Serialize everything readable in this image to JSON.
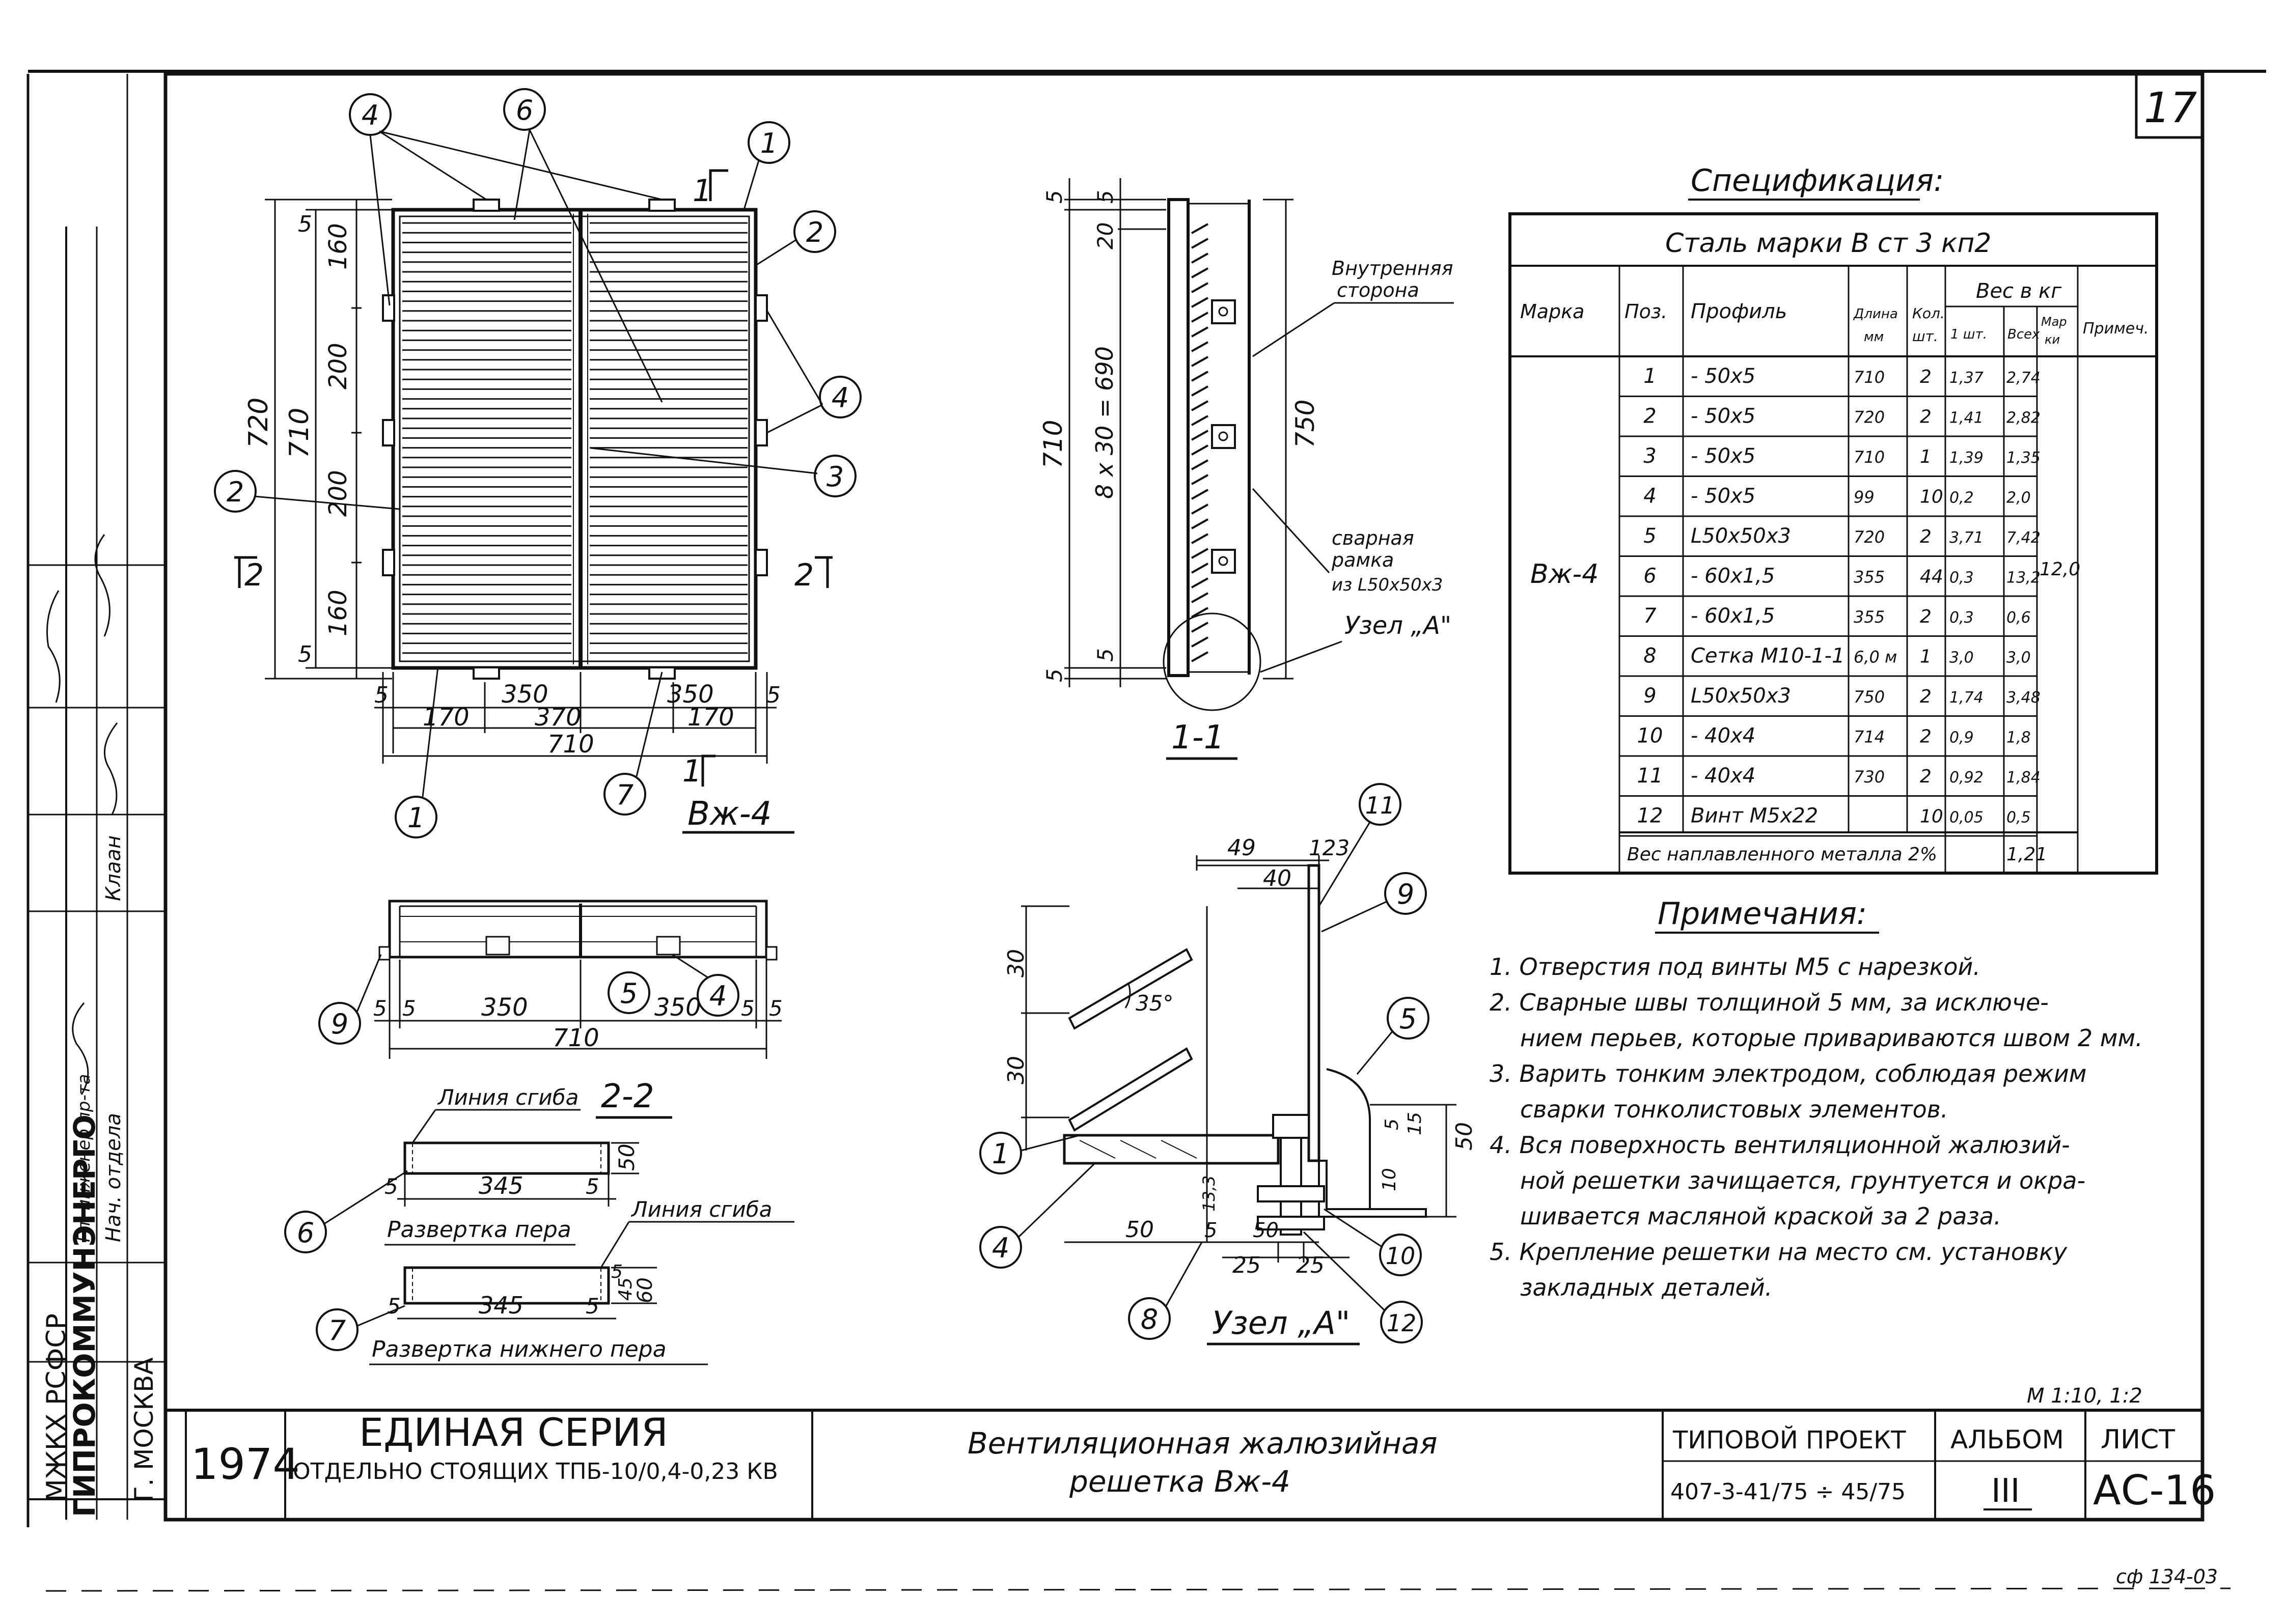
{
  "sheet_number": "17",
  "scale_note": "М 1:10, 1:2",
  "corner_code": "сф 134-03",
  "views": {
    "main_title": "Вж-4",
    "section11_title": "1-1",
    "section22_title": "2-2",
    "section_marks": [
      "1",
      "1",
      "2",
      "2"
    ],
    "node_title": "Узел „А\""
  },
  "main_view": {
    "callouts": [
      "4",
      "6",
      "1",
      "2",
      "4",
      "3",
      "2",
      "1",
      "7"
    ],
    "dims_left": [
      "5",
      "160",
      "200",
      "200",
      "160",
      "5",
      "710",
      "720"
    ],
    "dims_bottom": [
      "5",
      "350",
      "350",
      "5",
      "170",
      "370",
      "170",
      "710"
    ]
  },
  "section11": {
    "dims": [
      "5",
      "5",
      "20",
      "8 x 30 = 690",
      "5",
      "5",
      "710",
      "750"
    ],
    "labels": {
      "inner_side": [
        "Внутренняя",
        "сторона"
      ],
      "frame": [
        "сварная",
        "рамка",
        "из L50х50х3"
      ],
      "node": "Узел „А\""
    }
  },
  "section22": {
    "callouts": [
      "9",
      "5",
      "4"
    ],
    "dims": [
      "5",
      "5",
      "350",
      "350",
      "5",
      "5",
      "710"
    ]
  },
  "unfold_feather": {
    "fold_line": "Линия сгиба",
    "dims": [
      "5",
      "345",
      "5",
      "50"
    ],
    "callout": "6",
    "caption": "Развертка пера"
  },
  "unfold_lower_feather": {
    "fold_line": "Линия сгиба",
    "dims": [
      "5",
      "345",
      "5",
      "5",
      "45",
      "60"
    ],
    "callout": "7",
    "caption": "Развертка нижнего пера"
  },
  "node_a": {
    "dims_top": [
      "49",
      "123",
      "40"
    ],
    "dims_left": [
      "30",
      "30",
      "13,3"
    ],
    "dims_bottom": [
      "50",
      "5",
      "50",
      "25",
      "25"
    ],
    "dims_right": [
      "5",
      "15",
      "50",
      "10"
    ],
    "angle": "35°",
    "callouts": [
      "11",
      "9",
      "5",
      "1",
      "4",
      "10",
      "8",
      "12"
    ]
  },
  "spec": {
    "title": "Спецификация:",
    "material": "Сталь марки В ст 3 кп2",
    "headers": {
      "mark": "Марка",
      "pos": "Поз.",
      "profile": "Профиль",
      "length": [
        "Длина",
        "мм"
      ],
      "qty": [
        "Кол.",
        "шт."
      ],
      "weight": "Вес в кг",
      "w1": "1 шт.",
      "wall": "Всех",
      "wmark": [
        "Мар",
        "ки"
      ],
      "note": "Примеч."
    },
    "mark_value": "Вж-4",
    "mark_weight": "12,0",
    "rows": [
      {
        "pos": "1",
        "profile": "- 50х5",
        "len": "710",
        "qty": "2",
        "w1": "1,37",
        "wall": "2,74"
      },
      {
        "pos": "2",
        "profile": "- 50х5",
        "len": "720",
        "qty": "2",
        "w1": "1,41",
        "wall": "2,82"
      },
      {
        "pos": "3",
        "profile": "- 50х5",
        "len": "710",
        "qty": "1",
        "w1": "1,39",
        "wall": "1,35"
      },
      {
        "pos": "4",
        "profile": "- 50х5",
        "len": "99",
        "qty": "10",
        "w1": "0,2",
        "wall": "2,0"
      },
      {
        "pos": "5",
        "profile": "L50х50х3",
        "len": "720",
        "qty": "2",
        "w1": "3,71",
        "wall": "7,42"
      },
      {
        "pos": "6",
        "profile": "- 60х1,5",
        "len": "355",
        "qty": "44",
        "w1": "0,3",
        "wall": "13,2"
      },
      {
        "pos": "7",
        "profile": "- 60х1,5",
        "len": "355",
        "qty": "2",
        "w1": "0,3",
        "wall": "0,6"
      },
      {
        "pos": "8",
        "profile": "Сетка М10-1-1",
        "len": "6,0 м",
        "qty": "1",
        "w1": "3,0",
        "wall": "3,0"
      },
      {
        "pos": "9",
        "profile": "L50х50х3",
        "len": "750",
        "qty": "2",
        "w1": "1,74",
        "wall": "3,48"
      },
      {
        "pos": "10",
        "profile": "- 40х4",
        "len": "714",
        "qty": "2",
        "w1": "0,9",
        "wall": "1,8"
      },
      {
        "pos": "11",
        "profile": "- 40х4",
        "len": "730",
        "qty": "2",
        "w1": "0,92",
        "wall": "1,84"
      },
      {
        "pos": "12",
        "profile": "Винт М5х22",
        "len": "",
        "qty": "10",
        "w1": "0,05",
        "wall": "0,5"
      }
    ],
    "weld_label": "Вес наплавленного металла 2%",
    "weld_value": "1,21"
  },
  "notes": {
    "title": "Примечания:",
    "lines": [
      "1. Отверстия под винты М5 с нарезкой.",
      "2. Сварные швы толщиной 5 мм, за исключе-",
      "нием перьев, которые привариваются швом 2 мм.",
      "3. Варить тонким электродом, соблюдая режим",
      "сварки тонколистовых элементов.",
      "4. Вся поверхность вентиляционной жалюзий-",
      "ной решетки зачищается, грунтуется и окра-",
      "шивается масляной краской за 2 раза.",
      "5. Крепление решетки на место см. установку",
      "закладных деталей."
    ]
  },
  "left_strip": {
    "org1": "МЖКХ РСФСР",
    "org2": "ГИПРОКОММУНЭНЕРГО",
    "city": "Г. МОСКВА",
    "roles": [
      "Нач. отдела",
      "Гл. инженер пр-та"
    ],
    "names": [
      "Клаан"
    ]
  },
  "title_block": {
    "year": "1974",
    "series_title": "ЕДИНАЯ СЕРИЯ",
    "series_sub": "ОТДЕЛЬНО СТОЯЩИХ ТПБ-10/0,4-0,23 КВ",
    "name_line1": "Вентиляционная жалюзийная",
    "name_line2": "решетка Вж-4",
    "project_label": "ТИПОВОЙ ПРОЕКТ",
    "project_value": "407-3-41/75 ÷ 45/75",
    "album_label": "АЛЬБОМ",
    "album_value": "III",
    "sheet_label": "ЛИСТ",
    "sheet_value": "АС-16"
  }
}
